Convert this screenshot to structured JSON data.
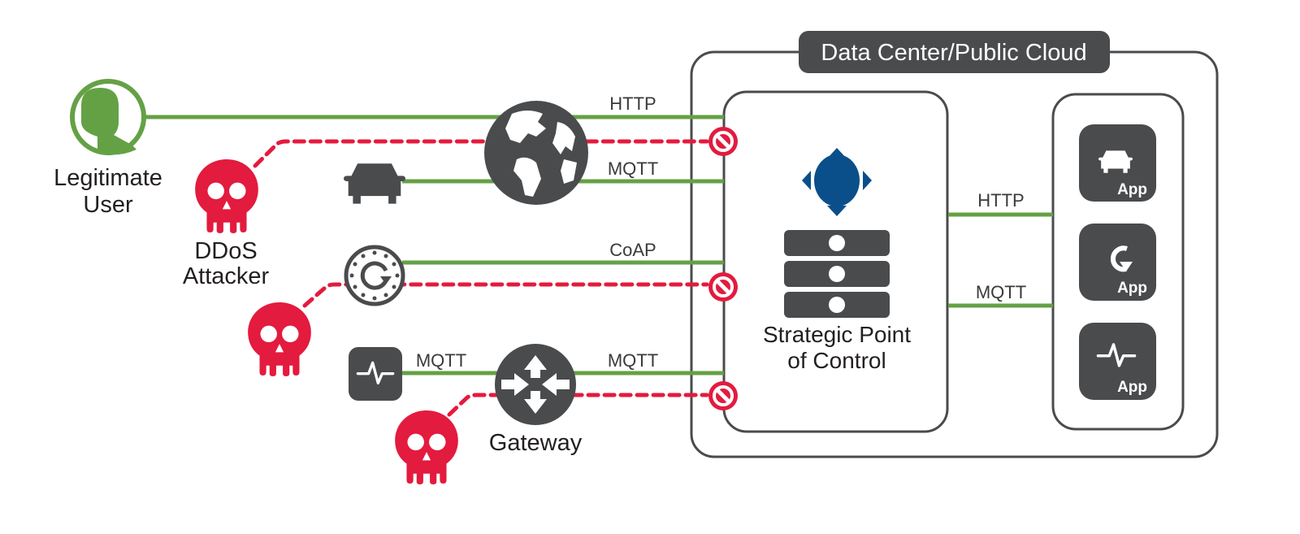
{
  "colors": {
    "green": "#64a145",
    "red": "#e31b3e",
    "dark": "#4a4b4d",
    "blue": "#0a4f8a",
    "border": "#4a4b4d"
  },
  "actors": {
    "legit_user": {
      "line1": "Legitimate",
      "line2": "User",
      "icon": "user-icon"
    },
    "ddos_attacker": {
      "line1": "DDoS",
      "line2": "Attacker",
      "icon": "skull-icon"
    },
    "gateway": {
      "label": "Gateway",
      "icon": "router-icon"
    }
  },
  "protocols": {
    "http_top": "HTTP",
    "mqtt_car": "MQTT",
    "coap": "CoAP",
    "mqtt_sensor": "MQTT",
    "mqtt_gateway": "MQTT",
    "http_apps": "HTTP",
    "mqtt_apps": "MQTT"
  },
  "datacenter": {
    "title": "Data Center/Public Cloud",
    "control": {
      "line1": "Strategic Point",
      "line2": "of Control"
    },
    "apps": [
      {
        "icon": "car-icon",
        "label": "App"
      },
      {
        "icon": "refresh-icon",
        "label": "App"
      },
      {
        "icon": "pulse-icon",
        "label": "App"
      }
    ]
  }
}
